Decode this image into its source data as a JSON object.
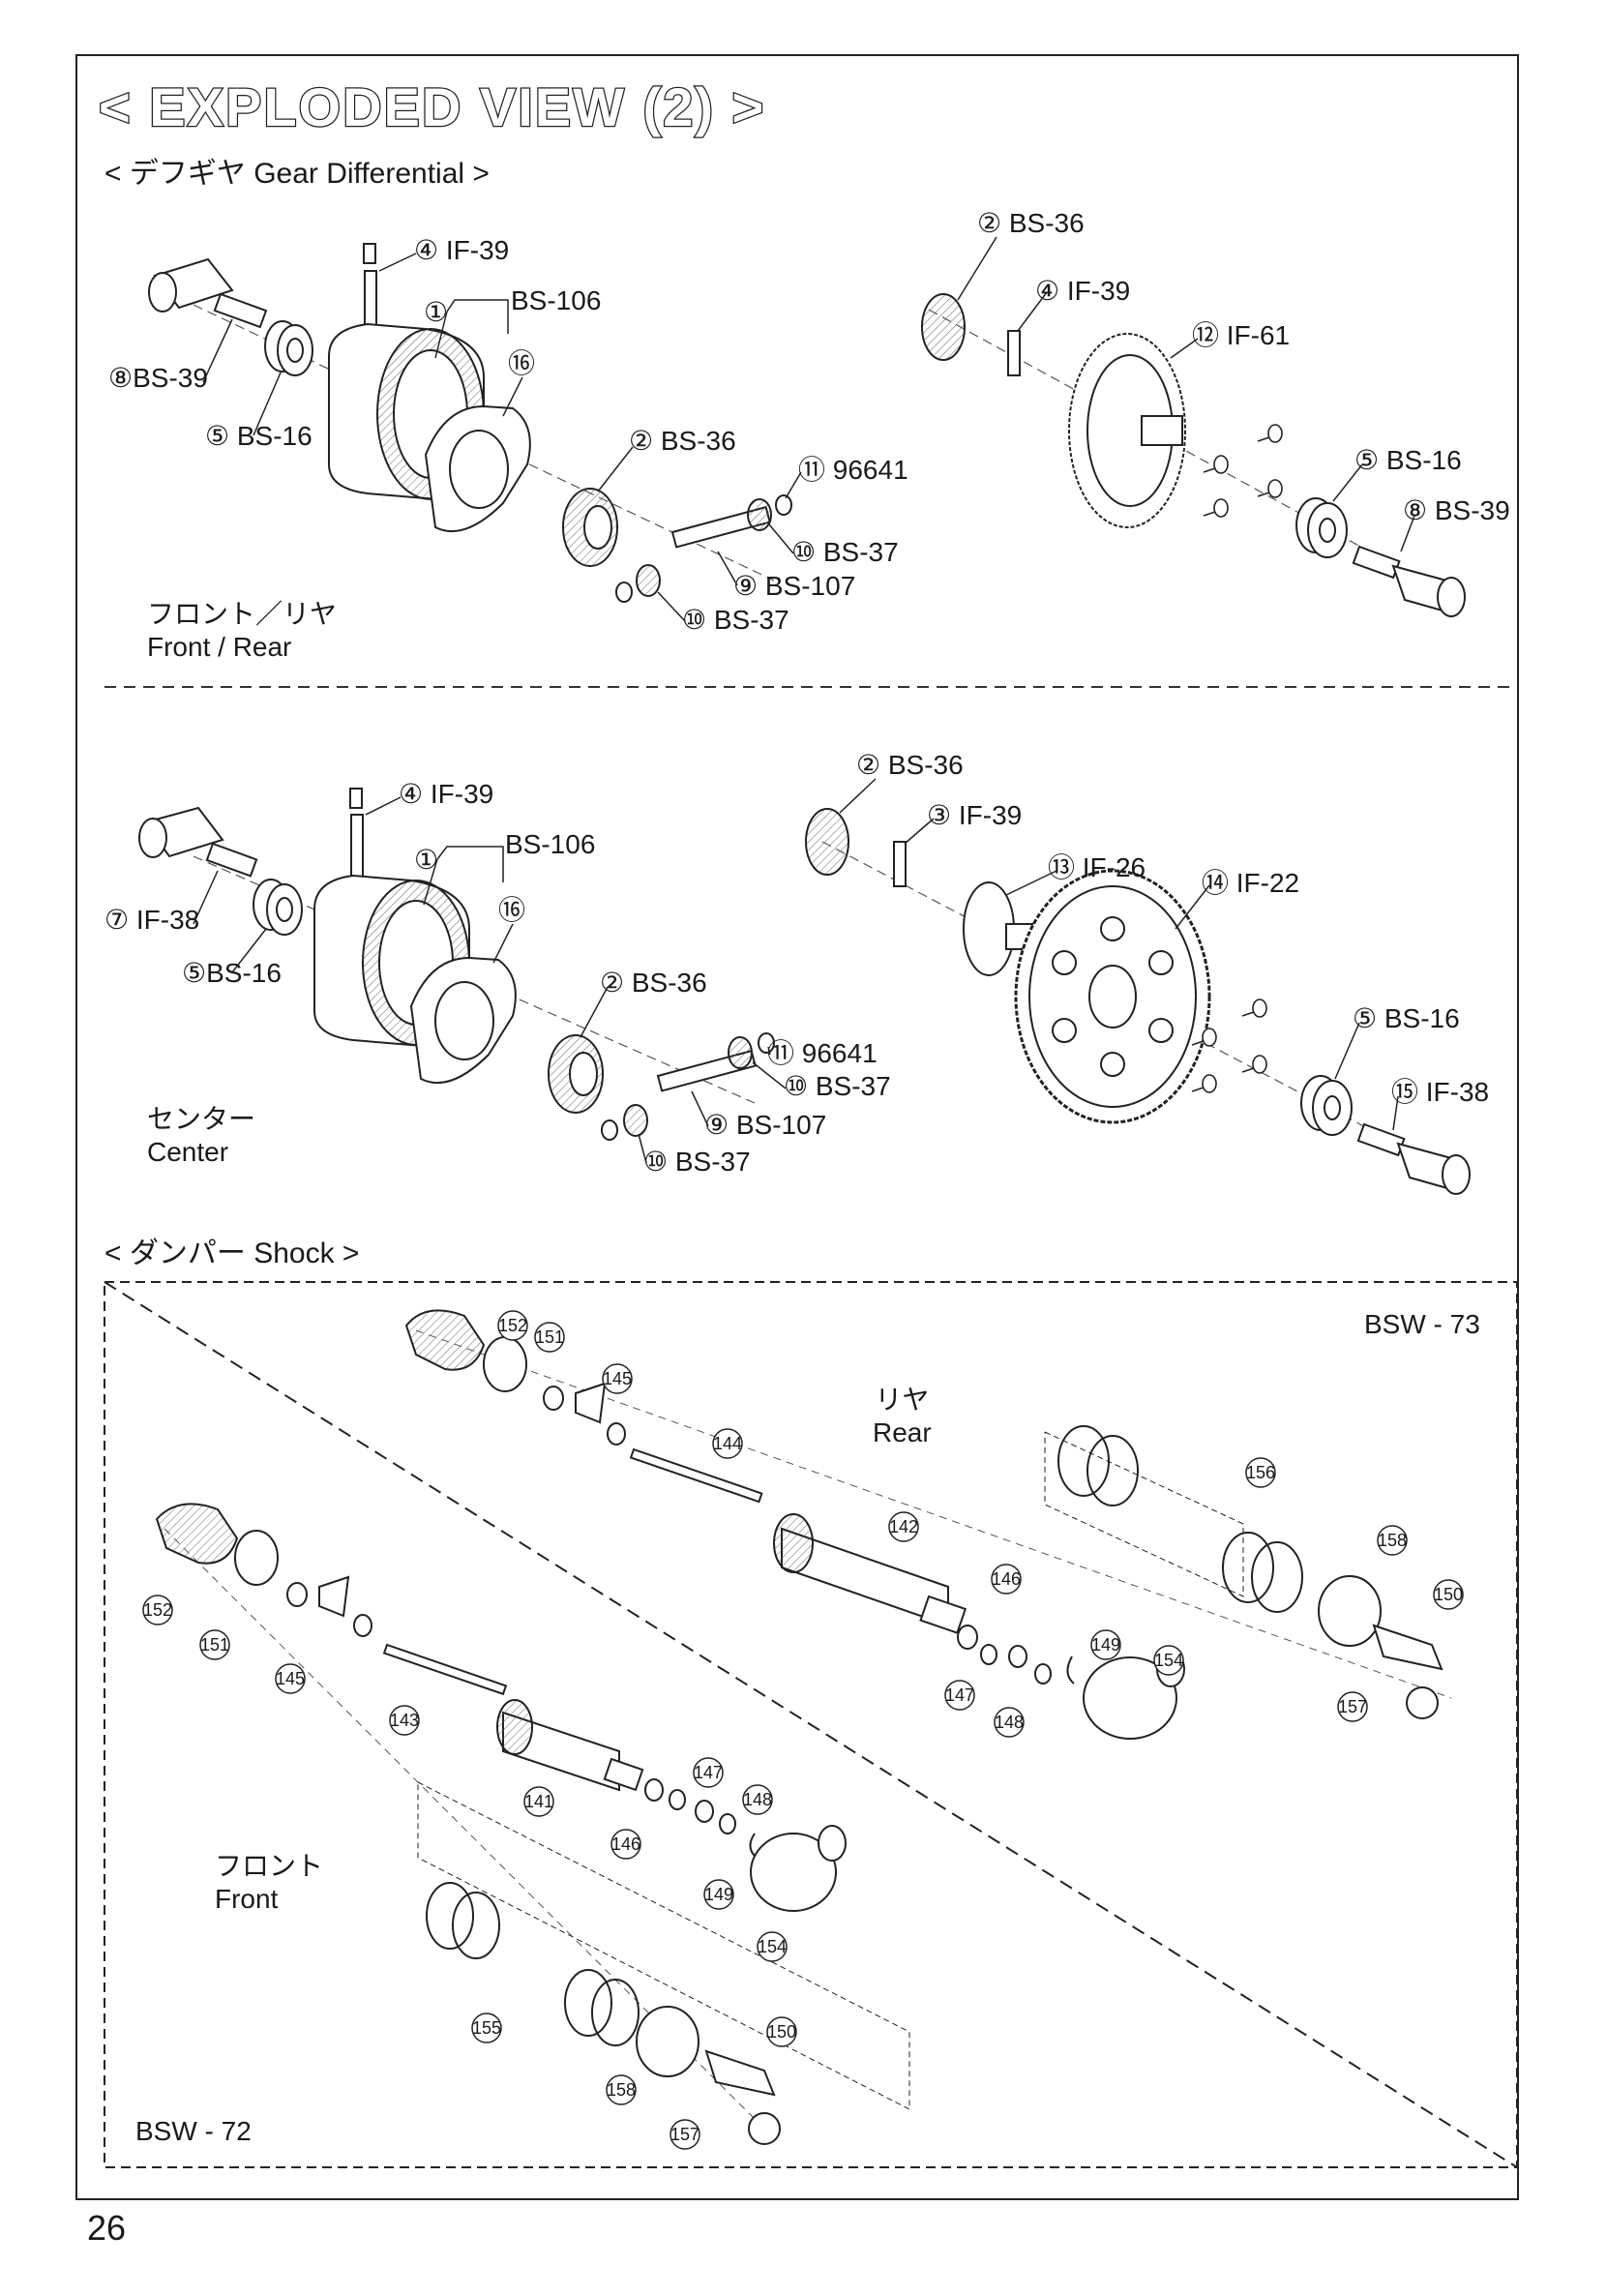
{
  "page": {
    "title": "< EXPLODED VIEW (2) >",
    "page_number": "26"
  },
  "gear_diff": {
    "heading": "< デフギヤ  Gear Differential >",
    "front_rear": {
      "caption_jp": "フロント／リヤ",
      "caption_en": "Front / Rear",
      "labels": {
        "l1": "④ IF-39",
        "l2": "①",
        "l3": "BS-106",
        "l4": "⑧BS-39",
        "l5": "⑤ BS-16",
        "l6": "⑯",
        "l7": "② BS-36",
        "l8": "⑪ 96641",
        "l9": "⑩ BS-37",
        "l10": "⑨ BS-107",
        "l11": "⑩ BS-37",
        "l12": "② BS-36",
        "l13": "④ IF-39",
        "l14": "⑫ IF-61",
        "l15": "⑤ BS-16",
        "l16": "⑧ BS-39"
      }
    },
    "center": {
      "caption_jp": "センター",
      "caption_en": "Center",
      "labels": {
        "l1": "④ IF-39",
        "l2": "①",
        "l3": "BS-106",
        "l4": "⑦ IF-38",
        "l5": "⑤BS-16",
        "l6": "⑯",
        "l7": "② BS-36",
        "l8": "⑪ 96641",
        "l9": "⑩ BS-37",
        "l10": "⑨ BS-107",
        "l11": "⑩ BS-37",
        "l12": "② BS-36",
        "l13": "③ IF-39",
        "l14": "⑬ IF-26",
        "l15": "⑭ IF-22",
        "l16": "⑤ BS-16",
        "l17": "⑮ IF-38"
      }
    }
  },
  "shock": {
    "heading": "< ダンパー  Shock >",
    "rear": {
      "code": "BSW - 73",
      "caption_jp": "リヤ",
      "caption_en": "Rear",
      "nums": [
        "152",
        "151",
        "145",
        "144",
        "142",
        "146",
        "147",
        "148",
        "149",
        "154",
        "156",
        "158",
        "150",
        "157"
      ]
    },
    "front": {
      "code": "BSW - 72",
      "caption_jp": "フロント",
      "caption_en": "Front",
      "nums": [
        "152",
        "151",
        "145",
        "143",
        "141",
        "147",
        "148",
        "146",
        "149",
        "154",
        "155",
        "158",
        "150",
        "157"
      ]
    }
  }
}
